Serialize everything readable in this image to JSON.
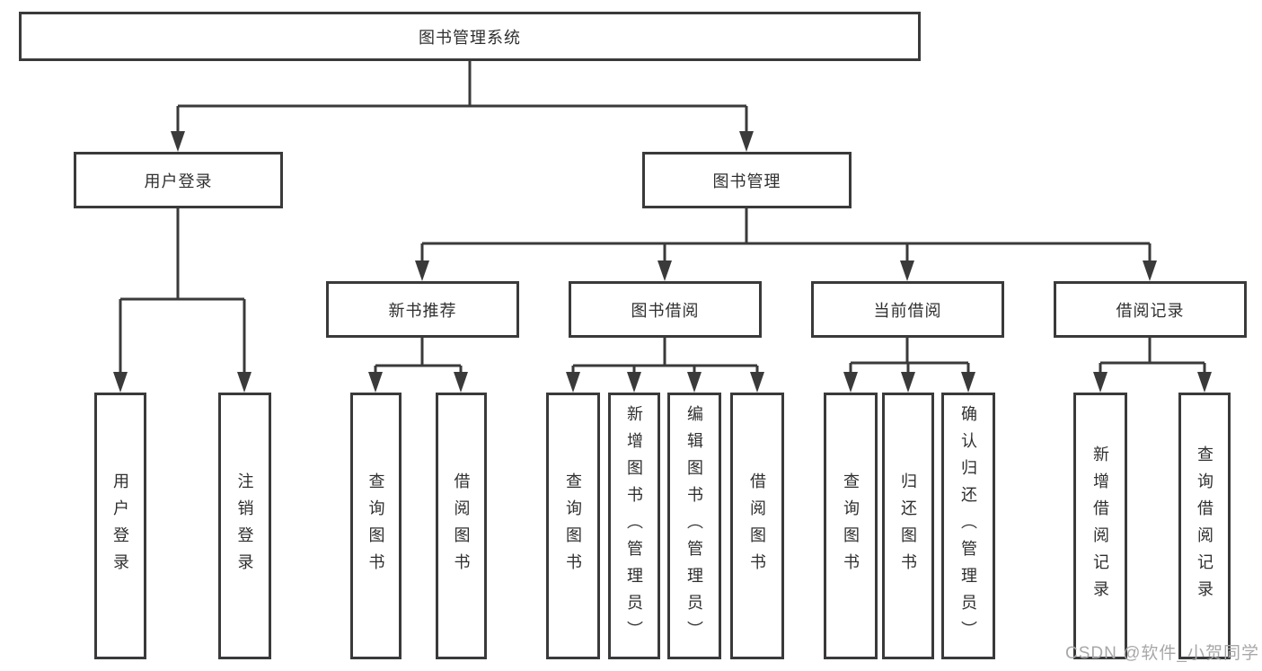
{
  "page": {
    "background": "#ffffff",
    "line_color": "#3a3a3a",
    "text_color": "#2f2f2f",
    "watermark": {
      "text": "CSDN @软件_小贺同学",
      "color": "#a8a8a8"
    }
  },
  "diagram": {
    "type": "tree",
    "root": {
      "label": "图书管理系统"
    },
    "branches": [
      {
        "label": "用户登录",
        "children": [
          {
            "label": "用户登录"
          },
          {
            "label": "注销登录"
          }
        ]
      },
      {
        "label": "图书管理",
        "children": [
          {
            "label": "新书推荐",
            "children": [
              {
                "label": "查询图书"
              },
              {
                "label": "借阅图书"
              }
            ]
          },
          {
            "label": "图书借阅",
            "children": [
              {
                "label": "查询图书"
              },
              {
                "label": "新增图书（管理员）"
              },
              {
                "label": "编辑图书（管理员）"
              },
              {
                "label": "借阅图书"
              }
            ]
          },
          {
            "label": "当前借阅",
            "children": [
              {
                "label": "查询图书"
              },
              {
                "label": "归还图书"
              },
              {
                "label": "确认归还（管理员）"
              }
            ]
          },
          {
            "label": "借阅记录",
            "children": [
              {
                "label": "新增借阅记录"
              },
              {
                "label": "查询借阅记录"
              }
            ]
          }
        ]
      }
    ]
  }
}
